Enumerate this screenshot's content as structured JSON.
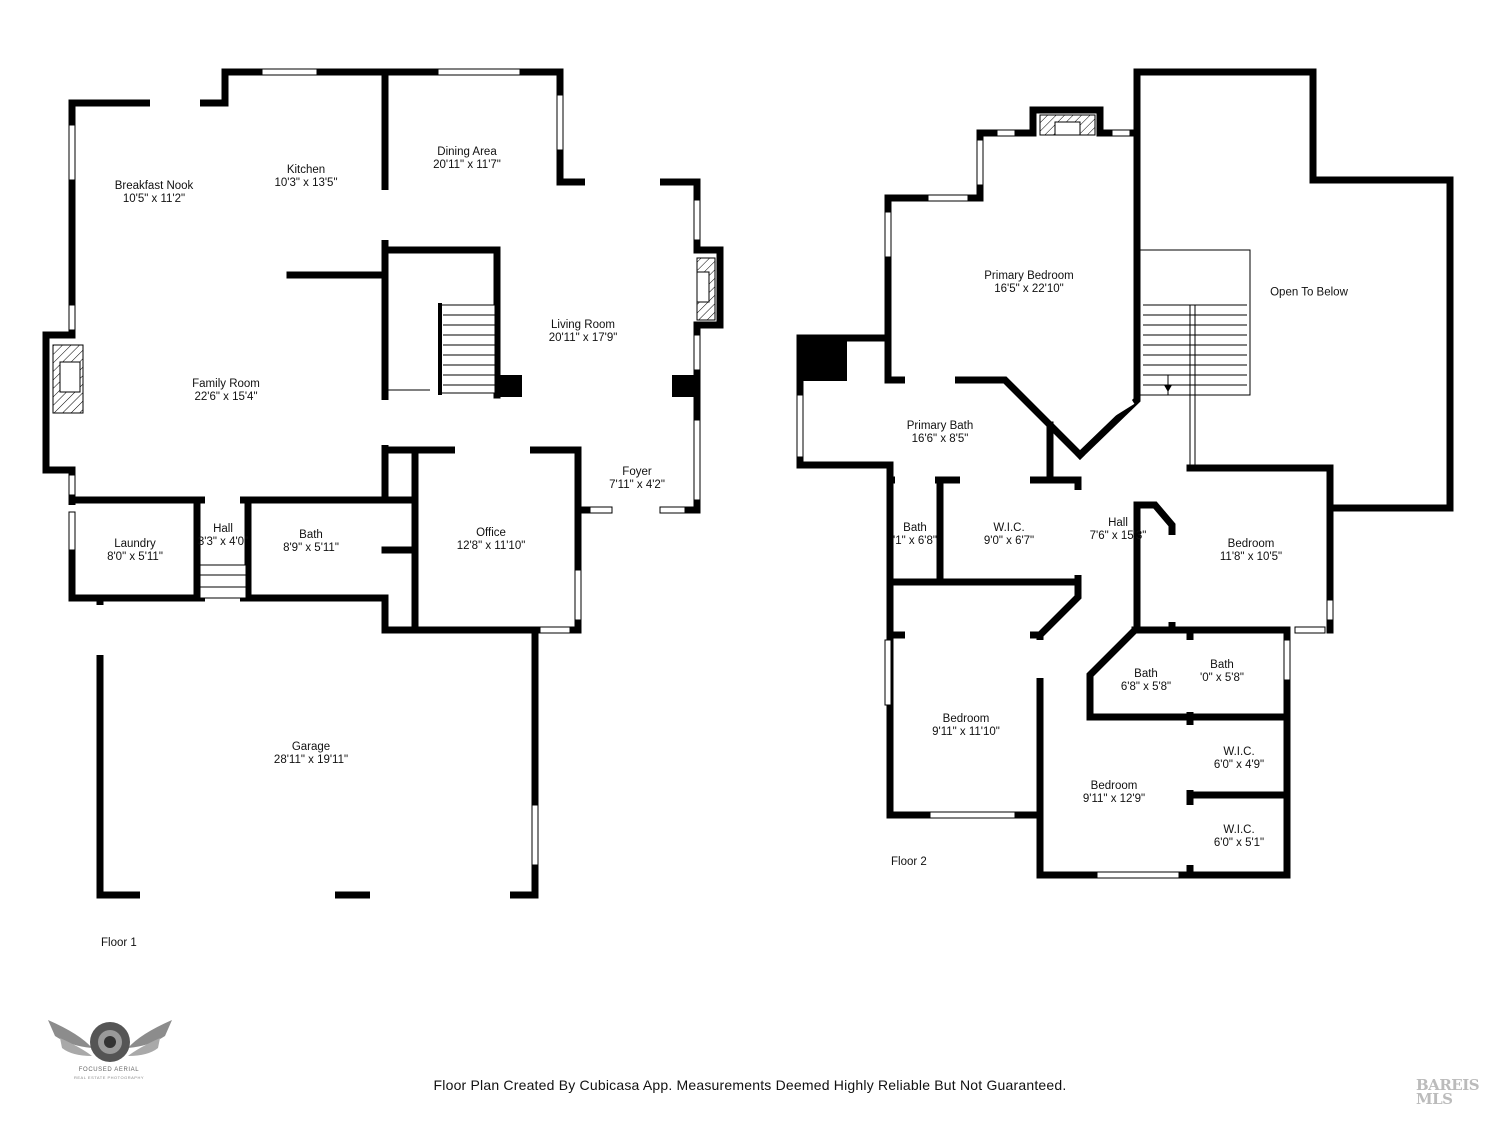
{
  "floor1": {
    "label": "Floor 1",
    "rooms": [
      {
        "name": "Breakfast Nook",
        "size": "10'5\" x 11'2\""
      },
      {
        "name": "Kitchen",
        "size": "10'3\" x 13'5\""
      },
      {
        "name": "Dining Area",
        "size": "20'11\" x 11'7\""
      },
      {
        "name": "Living Room",
        "size": "20'11\" x 17'9\""
      },
      {
        "name": "Family Room",
        "size": "22'6\" x 15'4\""
      },
      {
        "name": "Foyer",
        "size": "7'11\" x 4'2\""
      },
      {
        "name": "Laundry",
        "size": "8'0\" x 5'11\""
      },
      {
        "name": "Hall",
        "size": "3'3\" x 4'0\""
      },
      {
        "name": "Bath",
        "size": "8'9\" x 5'11\""
      },
      {
        "name": "Office",
        "size": "12'8\" x 11'10\""
      },
      {
        "name": "Garage",
        "size": "28'11\" x 19'11\""
      }
    ]
  },
  "floor2": {
    "label": "Floor 2",
    "rooms": [
      {
        "name": "Primary Bedroom",
        "size": "16'5\" x 22'10\""
      },
      {
        "name": "Open To Below",
        "size": ""
      },
      {
        "name": "Primary Bath",
        "size": "16'6\" x 8'5\""
      },
      {
        "name": "Bath",
        "size": "'1\" x 6'8\""
      },
      {
        "name": "W.I.C.",
        "size": "9'0\" x 6'7\""
      },
      {
        "name": "Hall",
        "size": "7'6\" x 15'3\""
      },
      {
        "name": "Bedroom",
        "size": "11'8\" x 10'5\""
      },
      {
        "name": "Bath",
        "size": "6'8\" x 5'8\""
      },
      {
        "name": "Bath",
        "size": "'0\" x 5'8\""
      },
      {
        "name": "Bedroom",
        "size": "9'11\" x 11'10\""
      },
      {
        "name": "W.I.C.",
        "size": "6'0\" x 4'9\""
      },
      {
        "name": "Bedroom",
        "size": "9'11\" x 12'9\""
      },
      {
        "name": "W.I.C.",
        "size": "6'0\" x 5'1\""
      }
    ]
  },
  "footer": {
    "disclaimer": "Floor Plan Created By Cubicasa App. Measurements Deemed Highly Reliable But Not Guaranteed."
  },
  "branding": {
    "logo_name": "FOCUSED AERIAL",
    "logo_tagline": "REAL ESTATE PHOTOGRAPHY",
    "mls_mark": "BAREIS MLS"
  }
}
